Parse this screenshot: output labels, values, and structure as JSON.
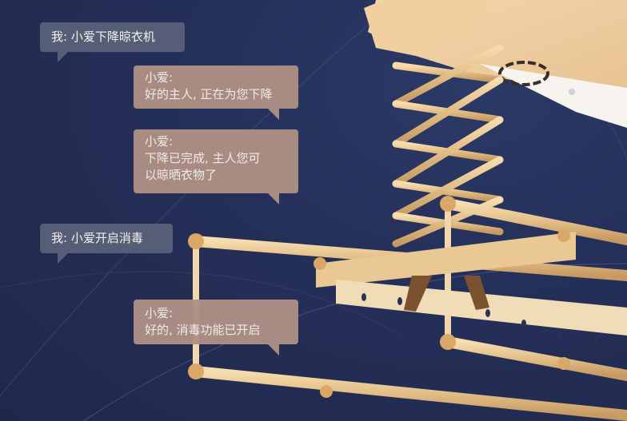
{
  "scene": {
    "background_color": "#222b4d",
    "product": "smart clothes drying rack with motorized lift and scissor arms"
  },
  "chat": {
    "messages": [
      {
        "speaker": "user",
        "lines": [
          "我: 小爱下降晾衣机"
        ]
      },
      {
        "speaker": "ai",
        "lines": [
          "小爱:",
          "好的主人, 正在为您下降"
        ]
      },
      {
        "speaker": "ai",
        "lines": [
          "小爱:",
          "下降已完成, 主人您可",
          "以晾晒衣物了"
        ]
      },
      {
        "speaker": "user",
        "lines": [
          "我: 小爱开启消毒"
        ]
      },
      {
        "speaker": "ai",
        "lines": [
          "小爱:",
          "好的, 消毒功能已开启"
        ]
      }
    ]
  },
  "colors": {
    "user_bubble": "#565d76",
    "ai_bubble": "#ad8f84",
    "gold": "#e8c48e"
  }
}
